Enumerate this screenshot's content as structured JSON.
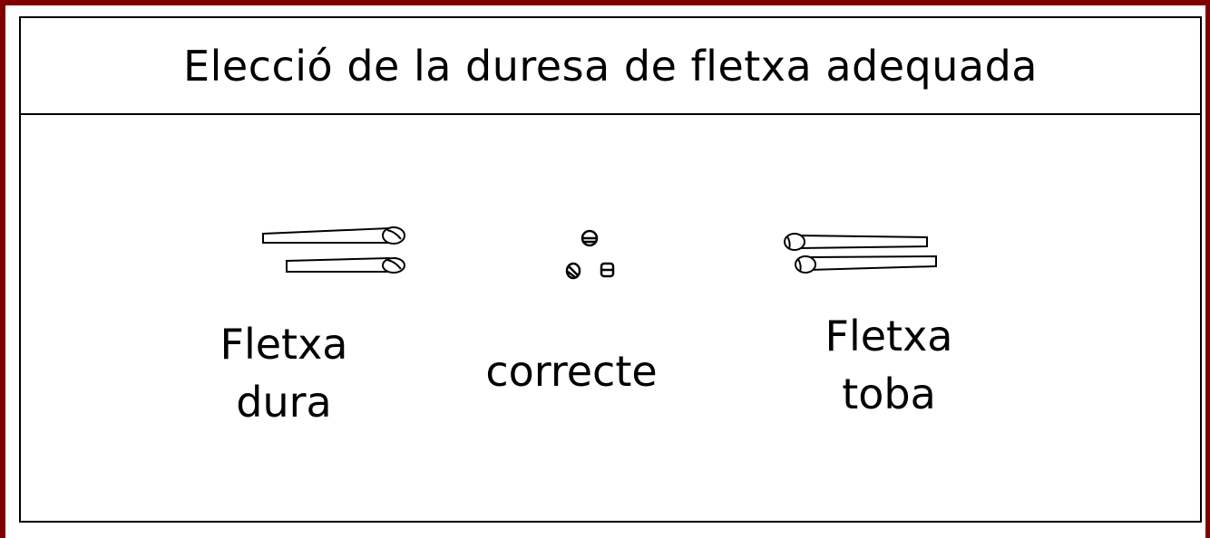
{
  "title": "Elecció de la duresa de fletxa adequada",
  "diagrams": [
    {
      "id": "stiff",
      "icon": "arrows-left-of-bow-icon",
      "label_lines": [
        "Fletxa",
        "dura"
      ]
    },
    {
      "id": "correct",
      "icon": "arrow-nock-correct-icon",
      "label_lines": [
        "correcte"
      ]
    },
    {
      "id": "weak",
      "icon": "arrows-right-of-bow-icon",
      "label_lines": [
        "Fletxa",
        "toba"
      ]
    }
  ],
  "colors": {
    "frame": "#800000",
    "ink": "#000000",
    "background": "#ffffff"
  }
}
